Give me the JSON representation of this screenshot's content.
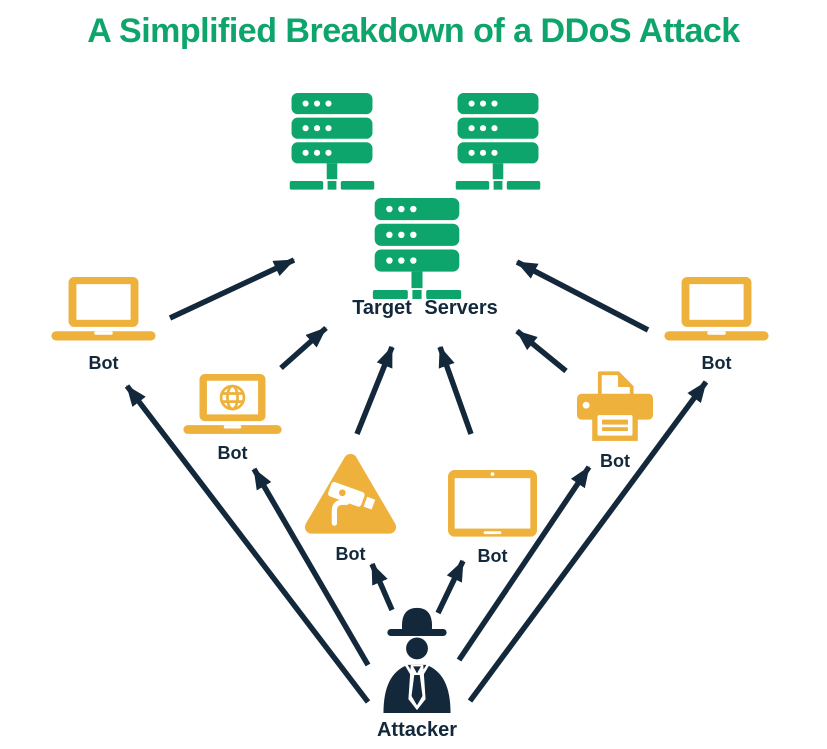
{
  "title": "A Simplified Breakdown of a DDoS Attack",
  "colors": {
    "green": "#0DA56B",
    "gold": "#EDB13C",
    "navy": "#13293B",
    "background": "#FFFFFF"
  },
  "target": {
    "label": "Target Servers",
    "icon": "server-rack-icon",
    "server_count": 3
  },
  "attacker": {
    "label": "Attacker",
    "icon": "spy-attacker-icon"
  },
  "bots": [
    {
      "label": "Bot",
      "icon": "laptop-icon",
      "device": "laptop"
    },
    {
      "label": "Bot",
      "icon": "laptop-globe-icon",
      "device": "laptop-with-globe"
    },
    {
      "label": "Bot",
      "icon": "cctv-camera-triangle-icon",
      "device": "security-camera-warning-sign"
    },
    {
      "label": "Bot",
      "icon": "tablet-icon",
      "device": "tablet"
    },
    {
      "label": "Bot",
      "icon": "printer-icon",
      "device": "printer"
    },
    {
      "label": "Bot",
      "icon": "laptop-icon",
      "device": "laptop"
    }
  ],
  "connections": {
    "bots_to_target": 6,
    "attacker_to_bots": 6
  }
}
